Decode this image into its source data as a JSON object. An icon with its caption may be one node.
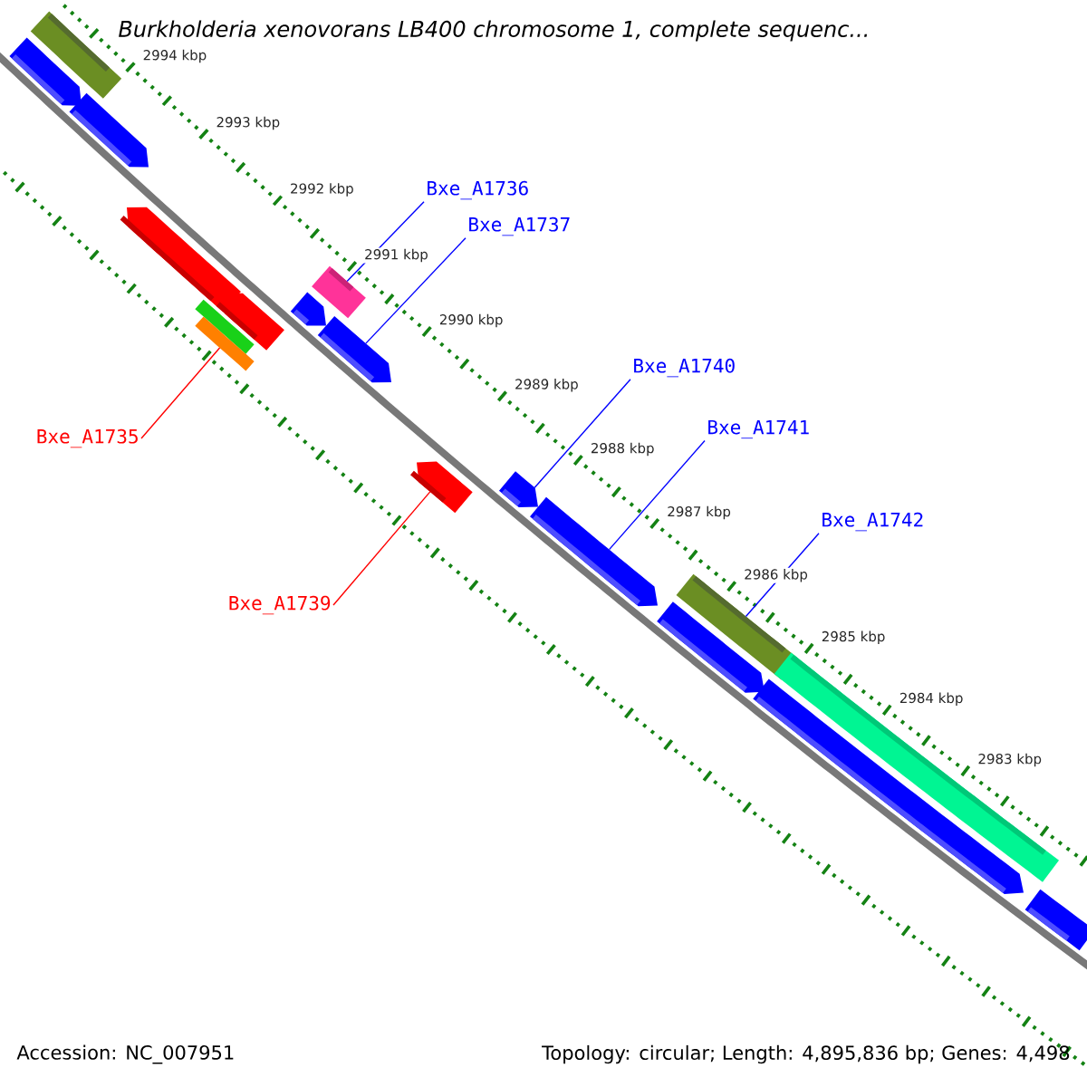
{
  "diagram": {
    "title": "Burkholderia xenovorans LB400 chromosome 1, complete sequenc...",
    "nodes": [
      {
        "text": [
          "Bxe_A1736"
        ]
      },
      {
        "text": [],
        "shape": "box"
      },
      {
        "text": [
          "Bxe_A1737"
        ]
      },
      {
        "text": [],
        "shape": "arrow"
      },
      {
        "text": [
          "Bxe_A1735"
        ]
      },
      {
        "text": [],
        "shape": "box"
      },
      {
        "text": [
          "Bxe_A1740"
        ]
      },
      {
        "text": [],
        "shape": "arrow"
      },
      {
        "text": [
          "Bxe_A1741"
        ]
      },
      {
        "text": [],
        "shape": "arrow"
      },
      {
        "text": [
          "Bxe_A1742"
        ]
      },
      {
        "text": [],
        "shape": "box"
      },
      {
        "text": [
          "Bxe_A1739"
        ]
      },
      {
        "text": [],
        "shape": "arrow"
      },
      {
        "text": [],
        "shape": "arrow"
      },
      {
        "text": [],
        "shape": "arrow"
      },
      {
        "text": [],
        "shape": "arrow"
      },
      {
        "text": [],
        "shape": "arrow"
      },
      {
        "text": [],
        "shape": "arrow"
      },
      {
        "text": [],
        "shape": "arrow"
      },
      {
        "text": [],
        "shape": "arrow"
      },
      {
        "text": [],
        "shape": "arrow"
      },
      {
        "text": [],
        "shape": "box"
      },
      {
        "text": [],
        "shape": "box"
      }
    ],
    "edges": [
      {
        "from": 0,
        "to": 1,
        "arrow": "none",
        "color": "#0000ff"
      },
      {
        "from": 2,
        "to": 3,
        "arrow": "none",
        "color": "#0000ff"
      },
      {
        "from": 4,
        "to": 5,
        "arrow": "none",
        "color": "#ff0000"
      },
      {
        "from": 6,
        "to": 7,
        "arrow": "none",
        "color": "#0000ff"
      },
      {
        "from": 8,
        "to": 9,
        "arrow": "none",
        "color": "#0000ff"
      },
      {
        "from": 10,
        "to": 11,
        "arrow": "none",
        "color": "#0000ff"
      },
      {
        "from": 12,
        "to": 13,
        "arrow": "none",
        "color": "#ff0000"
      }
    ],
    "labels": [
      "2994 kbp",
      "2993 kbp",
      "2992 kbp",
      "2991 kbp",
      "2990 kbp",
      "2989 kbp",
      "2988 kbp",
      "2987 kbp",
      "2986 kbp",
      "2985 kbp",
      "2984 kbp",
      "2983 kbp",
      "Accession: NC_007951",
      "Topology: circular; Length: 4,895,836 bp; Genes: 4,498"
    ]
  }
}
